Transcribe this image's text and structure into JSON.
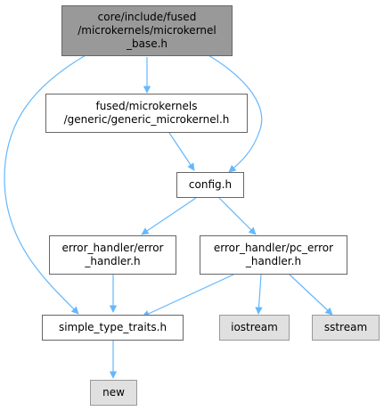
{
  "colors": {
    "edge": "#63b8ff",
    "root_fill": "#999999",
    "node_fill": "#ffffff",
    "external_fill": "#e0e0e0",
    "border": "#666666"
  },
  "nodes": {
    "root": "core/include/fused\n/microkernels/microkernel\n_base.h",
    "generic": "fused/microkernels\n/generic/generic_microkernel.h",
    "config": "config.h",
    "error_handler": "error_handler/error\n_handler.h",
    "pc_error_handler": "error_handler/pc_error\n_handler.h",
    "simple_type_traits": "simple_type_traits.h",
    "iostream": "iostream",
    "sstream": "sstream",
    "new": "new"
  }
}
